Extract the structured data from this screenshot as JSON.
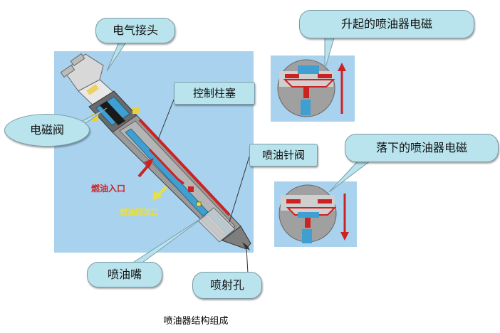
{
  "labels": {
    "electric_connector": "电气接头",
    "solenoid_valve": "电磁阀",
    "control_plunger": "控制柱塞",
    "needle_valve": "喷油针阀",
    "nozzle": "喷油嘴",
    "spray_hole": "喷射孔",
    "fuel_inlet": "燃油入口",
    "fuel_return": "燃油回流口",
    "solenoid_raised": "升起的喷油器电磁",
    "solenoid_lowered": "落下的喷油器电磁"
  },
  "caption": "喷油器结构组成",
  "colors": {
    "panel_bg": "#a9d2ee",
    "callout_bg": "#b9e4ee",
    "fuel_red": "#cc2222",
    "return_yellow": "#e8e040",
    "body_grey": "#8e8e8e"
  }
}
